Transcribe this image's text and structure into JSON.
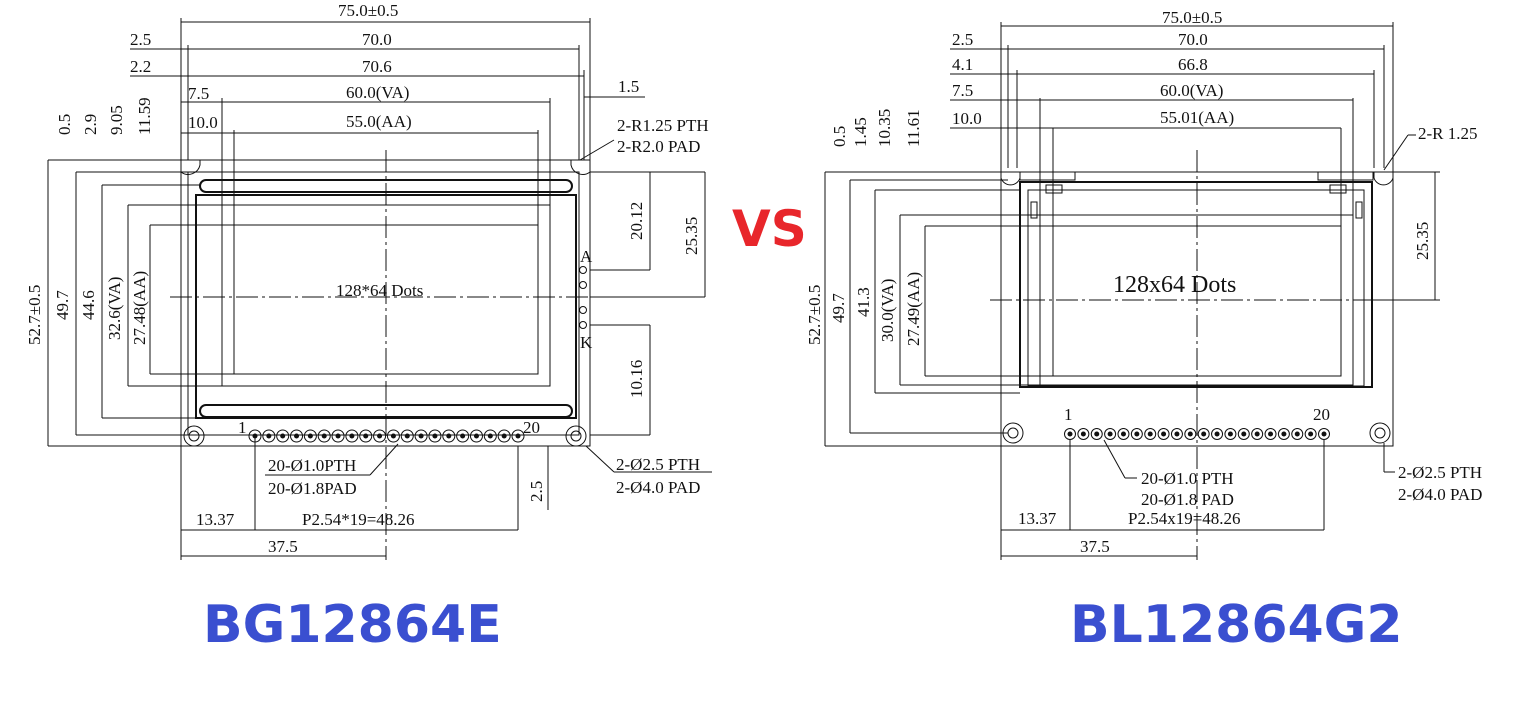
{
  "left": {
    "model": "BG12864E",
    "top_dims": [
      "75.0±0.5",
      "70.0",
      "70.6",
      "60.0(VA)",
      "55.0(AA)"
    ],
    "top_offsets": [
      "2.5",
      "2.2",
      "7.5",
      "10.0"
    ],
    "right_small": "1.5",
    "vert_small": [
      "0.5",
      "2.9",
      "9.05",
      "11.59"
    ],
    "left_dims": [
      "52.7±0.5",
      "49.7",
      "44.6",
      "32.6(VA)",
      "27.48(AA)"
    ],
    "right_dims": [
      "20.12",
      "25.35",
      "10.16",
      "2.5"
    ],
    "corner_note": [
      "2-R1.25 PTH",
      "2-R2.0 PAD"
    ],
    "center_label": "128*64 Dots",
    "pin_note": [
      "20-Ø1.0PTH",
      "20-Ø1.8PAD"
    ],
    "mount_note": [
      "2-Ø2.5 PTH",
      "2-Ø4.0 PAD"
    ],
    "bottom_dims": [
      "13.37",
      "P2.54*19=48.26",
      "37.5"
    ],
    "pin_first": "1",
    "pin_last": "20",
    "side_pins": [
      "A",
      "K"
    ]
  },
  "vs": "VS",
  "right": {
    "model": "BL12864G2",
    "top_dims": [
      "75.0±0.5",
      "70.0",
      "66.8",
      "60.0(VA)",
      "55.01(AA)"
    ],
    "top_offsets": [
      "2.5",
      "4.1",
      "7.5",
      "10.0"
    ],
    "vert_small": [
      "0.5",
      "1.45",
      "10.35",
      "11.61"
    ],
    "left_dims": [
      "52.7±0.5",
      "49.7",
      "41.3",
      "30.0(VA)",
      "27.49(AA)"
    ],
    "right_dims": [
      "25.35"
    ],
    "corner_note": [
      "2-R 1.25"
    ],
    "center_label": "128x64 Dots",
    "pin_note": [
      "20-Ø1.0 PTH",
      "20-Ø1.8 PAD"
    ],
    "pitch_note": "P2.54x19=48.26",
    "mount_note": [
      "2-Ø2.5 PTH",
      "2-Ø4.0 PAD"
    ],
    "bottom_dims": [
      "13.37",
      "37.5"
    ],
    "pin_first": "1",
    "pin_last": "20"
  }
}
